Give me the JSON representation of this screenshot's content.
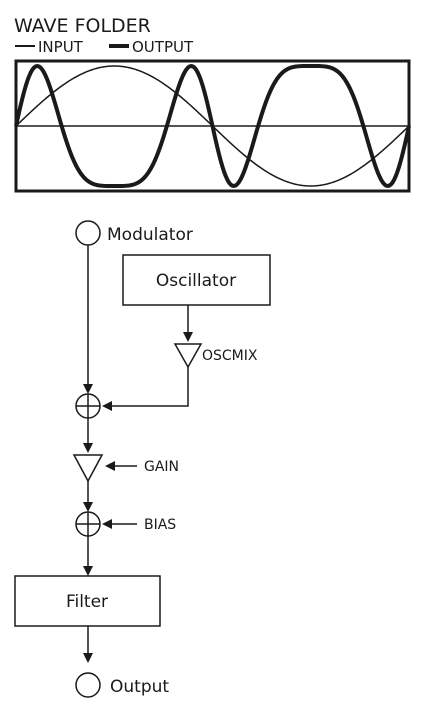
{
  "wave_folder": {
    "title": "WAVE FOLDER",
    "legend": {
      "input_label": "INPUT",
      "output_label": "OUTPUT"
    }
  },
  "flow": {
    "modulator": "Modulator",
    "oscillator": "Oscillator",
    "oscmix": "OSCMIX",
    "gain": "GAIN",
    "bias": "BIAS",
    "filter": "Filter",
    "output": "Output"
  },
  "colors": {
    "ink": "#1a1a1a",
    "background": "#ffffff"
  }
}
